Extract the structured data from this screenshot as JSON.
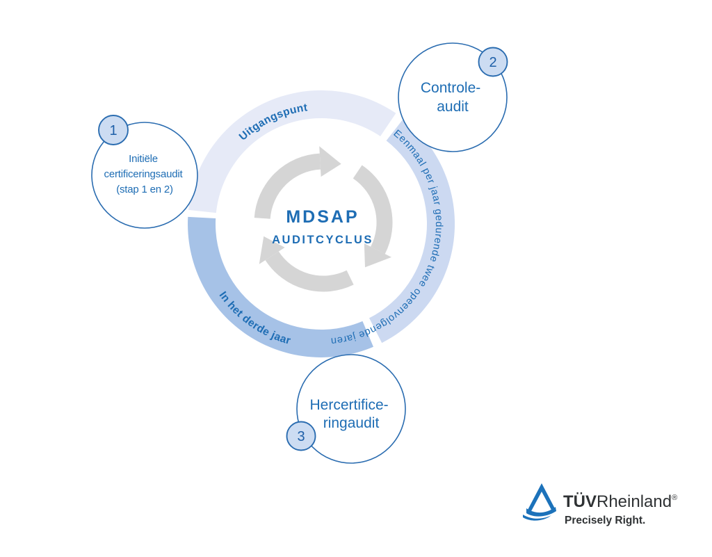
{
  "center": {
    "title": "MDSAP",
    "subtitle": "AUDITCYCLUS"
  },
  "ring": {
    "segments": [
      {
        "label": "Uitgangspunt",
        "color": "#e6eaf7"
      },
      {
        "label": "Eenmaal per jaar gedurende twee opeenvolgende jaren",
        "color": "#ccd9f1"
      },
      {
        "label": "In het derde jaar",
        "color": "#a6c2e7"
      }
    ]
  },
  "nodes": [
    {
      "number": "1",
      "lines": [
        "Initiële",
        "certificeringsaudit",
        "(stap 1 en 2)"
      ]
    },
    {
      "number": "2",
      "lines": [
        "Controle-",
        "audit"
      ]
    },
    {
      "number": "3",
      "lines": [
        "Hercertifice-",
        "ringaudit"
      ]
    }
  ],
  "logo": {
    "brand_bold": "TÜV",
    "brand_regular": "Rheinland",
    "registered": "®",
    "tagline": "Precisely Right."
  },
  "colors": {
    "primary_blue": "#1e6db4",
    "circle_stroke": "#2a6cb0",
    "badge_fill": "#ccdcf2",
    "arrow_gray": "#d5d5d5",
    "logo_blue": "#1c72ba",
    "logo_text": "#2f3234"
  }
}
